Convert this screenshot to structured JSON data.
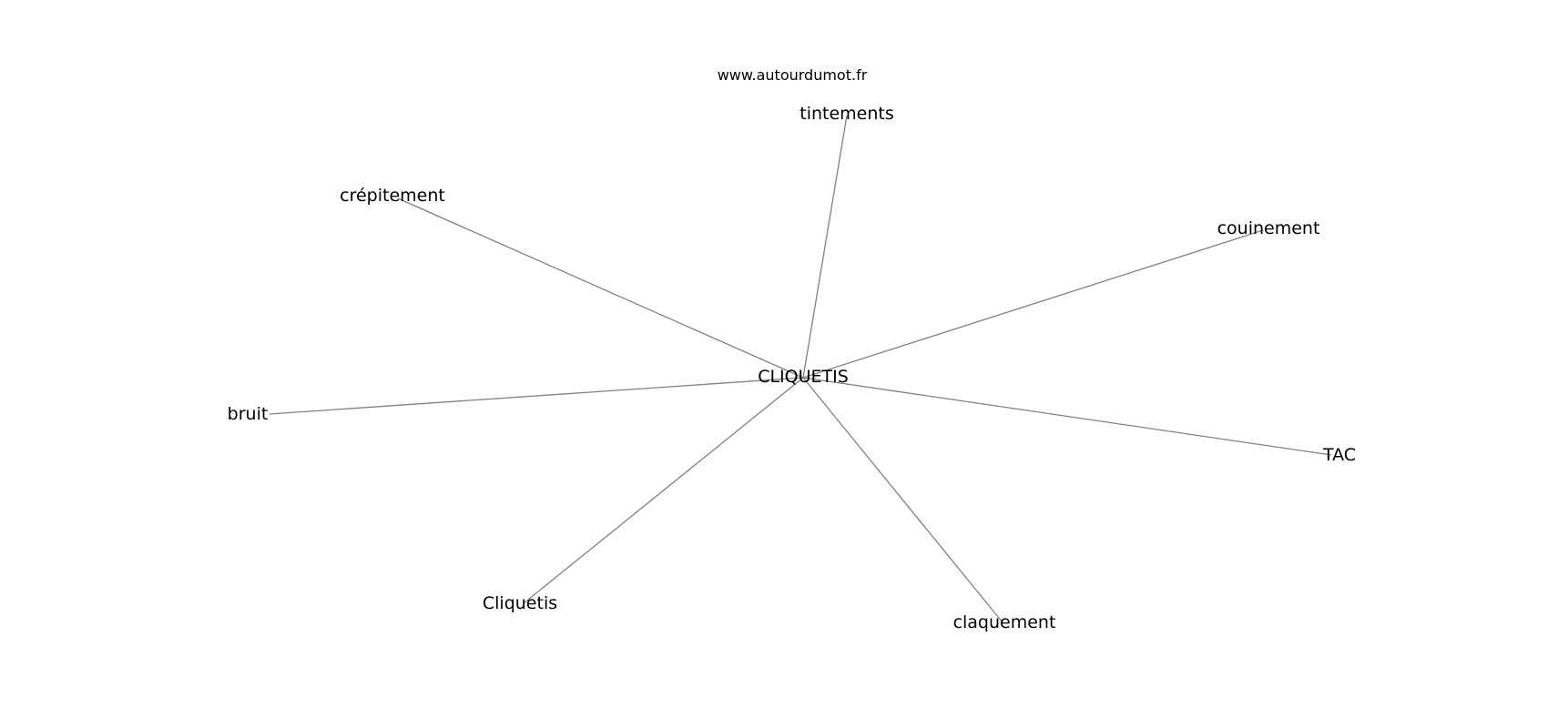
{
  "source_text": "www.autourdumot.fr",
  "graph": {
    "center": {
      "label": "CLIQUETIS"
    },
    "nodes": [
      {
        "id": "tintements",
        "label": "tintements"
      },
      {
        "id": "crepitement",
        "label": "crépitement"
      },
      {
        "id": "couinement",
        "label": "couinement"
      },
      {
        "id": "bruit",
        "label": "bruit"
      },
      {
        "id": "tac",
        "label": "TAC"
      },
      {
        "id": "cliquetis-lower",
        "label": "Cliquetis"
      },
      {
        "id": "claquement",
        "label": "claquement"
      }
    ],
    "edges": [
      {
        "from": "CLIQUETIS",
        "to": "tintements"
      },
      {
        "from": "CLIQUETIS",
        "to": "crepitement"
      },
      {
        "from": "CLIQUETIS",
        "to": "couinement"
      },
      {
        "from": "CLIQUETIS",
        "to": "bruit"
      },
      {
        "from": "CLIQUETIS",
        "to": "tac"
      },
      {
        "from": "CLIQUETIS",
        "to": "cliquetis-lower"
      },
      {
        "from": "CLIQUETIS",
        "to": "claquement"
      }
    ]
  },
  "colors": {
    "edge": "#808080",
    "text": "#000000",
    "background": "#ffffff"
  }
}
